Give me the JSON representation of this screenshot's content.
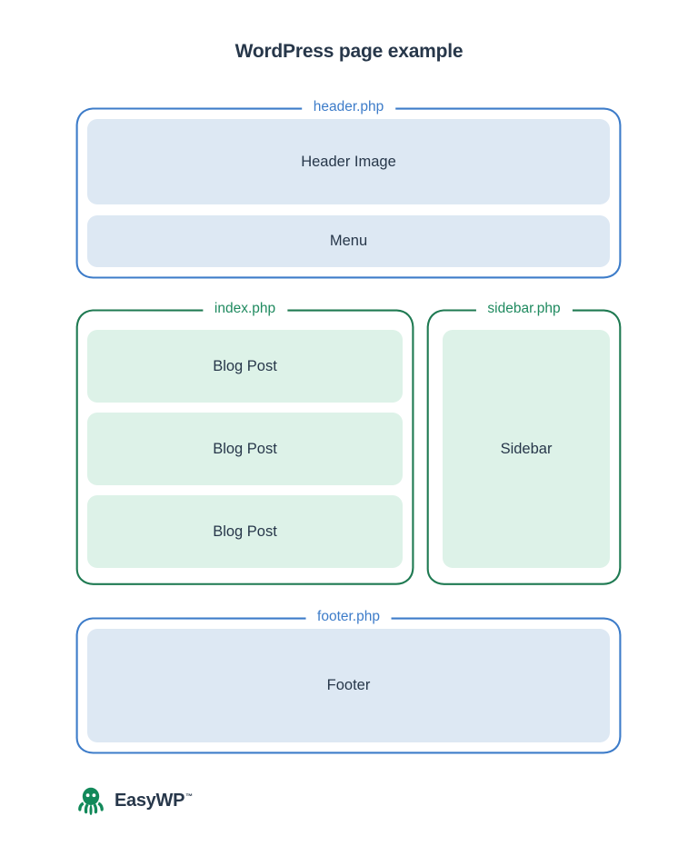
{
  "title": "WordPress page example",
  "colors": {
    "title_text": "#27374a",
    "blue_border": "#3d7cc9",
    "blue_fill": "#dde8f3",
    "green_border": "#1f7a52",
    "green_fill": "#ddf2e8",
    "green_label": "#1f8a5f",
    "background": "#ffffff"
  },
  "groups": {
    "header": {
      "label": "header.php",
      "accent": "blue",
      "blocks": [
        {
          "label": "Header Image"
        },
        {
          "label": "Menu"
        }
      ]
    },
    "index": {
      "label": "index.php",
      "accent": "green",
      "blocks": [
        {
          "label": "Blog Post"
        },
        {
          "label": "Blog Post"
        },
        {
          "label": "Blog Post"
        }
      ]
    },
    "sidebar": {
      "label": "sidebar.php",
      "accent": "green",
      "blocks": [
        {
          "label": "Sidebar"
        }
      ]
    },
    "footer": {
      "label": "footer.php",
      "accent": "blue",
      "blocks": [
        {
          "label": "Footer"
        }
      ]
    }
  },
  "logo": {
    "icon": "octopus-icon",
    "name": "EasyWP",
    "trademark": "™"
  }
}
